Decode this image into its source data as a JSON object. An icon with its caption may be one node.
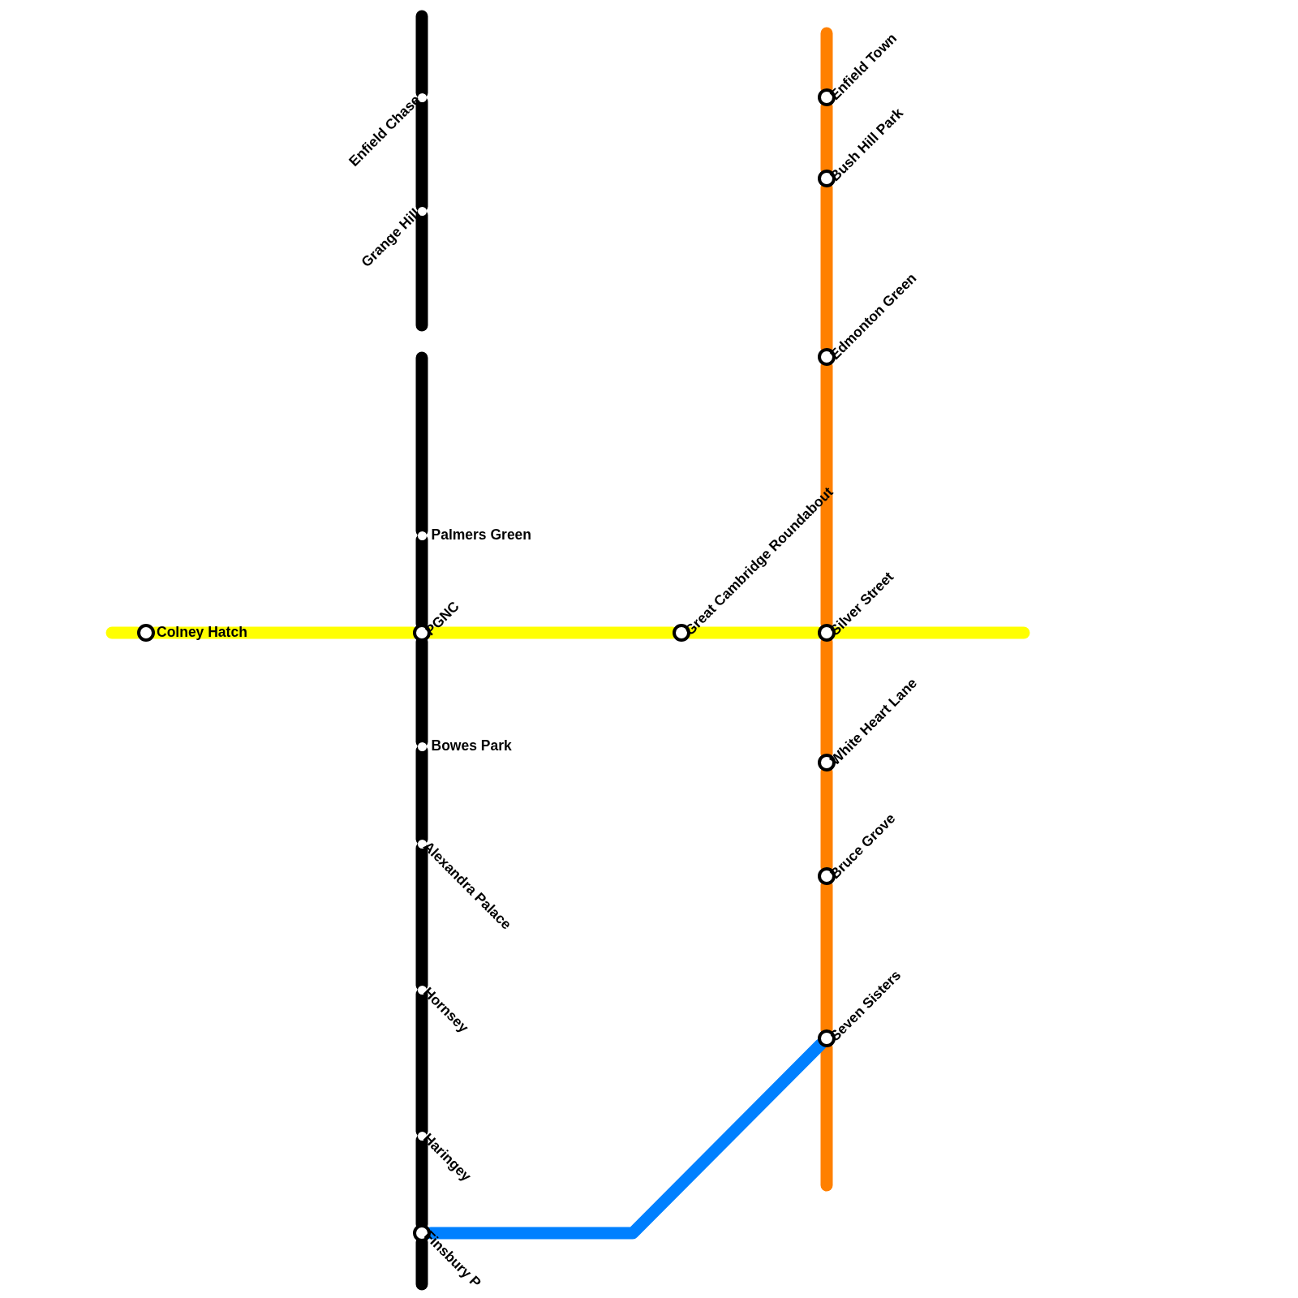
{
  "diagram": {
    "nodes": [
      {
        "text": [
          "Enfield Chase"
        ]
      },
      {
        "text": [
          "Grange Hill"
        ]
      },
      {
        "text": [
          "Palmers Green"
        ]
      },
      {
        "text": [
          "PGNC"
        ]
      },
      {
        "text": [
          "Bowes Park"
        ]
      },
      {
        "text": [
          "Alexandra Palace"
        ]
      },
      {
        "text": [
          "Hornsey"
        ]
      },
      {
        "text": [
          "Haringey"
        ]
      },
      {
        "text": [
          "Finsbury P"
        ]
      },
      {
        "text": [
          "Colney Hatch"
        ]
      },
      {
        "text": [
          "Great Cambridge Roundabout"
        ]
      },
      {
        "text": [
          "Enfield Town"
        ]
      },
      {
        "text": [
          "Bush Hill Park"
        ]
      },
      {
        "text": [
          "Edmonton Green"
        ]
      },
      {
        "text": [
          "Silver Street"
        ]
      },
      {
        "text": [
          "White Heart Lane"
        ]
      },
      {
        "text": [
          "Bruce Grove"
        ]
      },
      {
        "text": [
          "Seven Sisters"
        ]
      }
    ],
    "edges": [
      {
        "from": null,
        "to": 0,
        "arrow": "none"
      },
      {
        "from": 0,
        "to": 1,
        "arrow": "none"
      },
      {
        "from": 1,
        "to": null,
        "arrow": "none"
      },
      {
        "from": null,
        "to": 2,
        "arrow": "none"
      },
      {
        "from": 2,
        "to": 3,
        "arrow": "none"
      },
      {
        "from": 3,
        "to": 4,
        "arrow": "none"
      },
      {
        "from": 4,
        "to": 5,
        "arrow": "none"
      },
      {
        "from": 5,
        "to": 6,
        "arrow": "none"
      },
      {
        "from": 6,
        "to": 7,
        "arrow": "none"
      },
      {
        "from": 7,
        "to": 8,
        "arrow": "none"
      },
      {
        "from": 8,
        "to": null,
        "arrow": "none"
      },
      {
        "from": null,
        "to": 9,
        "arrow": "none",
        "color": "#ffff00"
      },
      {
        "from": 9,
        "to": 3,
        "arrow": "none",
        "color": "#ffff00"
      },
      {
        "from": 3,
        "to": 10,
        "arrow": "none",
        "color": "#ffff00"
      },
      {
        "from": 10,
        "to": 14,
        "arrow": "none",
        "color": "#ffff00"
      },
      {
        "from": 14,
        "to": null,
        "arrow": "none",
        "color": "#ffff00"
      },
      {
        "from": null,
        "to": 11,
        "arrow": "none",
        "color": "#ff8000"
      },
      {
        "from": 11,
        "to": 12,
        "arrow": "none",
        "color": "#ff8000"
      },
      {
        "from": 12,
        "to": 13,
        "arrow": "none",
        "color": "#ff8000"
      },
      {
        "from": 13,
        "to": 14,
        "arrow": "none",
        "color": "#ff8000"
      },
      {
        "from": 14,
        "to": 15,
        "arrow": "none",
        "color": "#ff8000"
      },
      {
        "from": 15,
        "to": 16,
        "arrow": "none",
        "color": "#ff8000"
      },
      {
        "from": 16,
        "to": 17,
        "arrow": "none",
        "color": "#ff8000"
      },
      {
        "from": 17,
        "to": null,
        "arrow": "none",
        "color": "#ff8000"
      },
      {
        "from": 8,
        "to": 17,
        "arrow": "none",
        "color": "#0080ff"
      }
    ]
  }
}
